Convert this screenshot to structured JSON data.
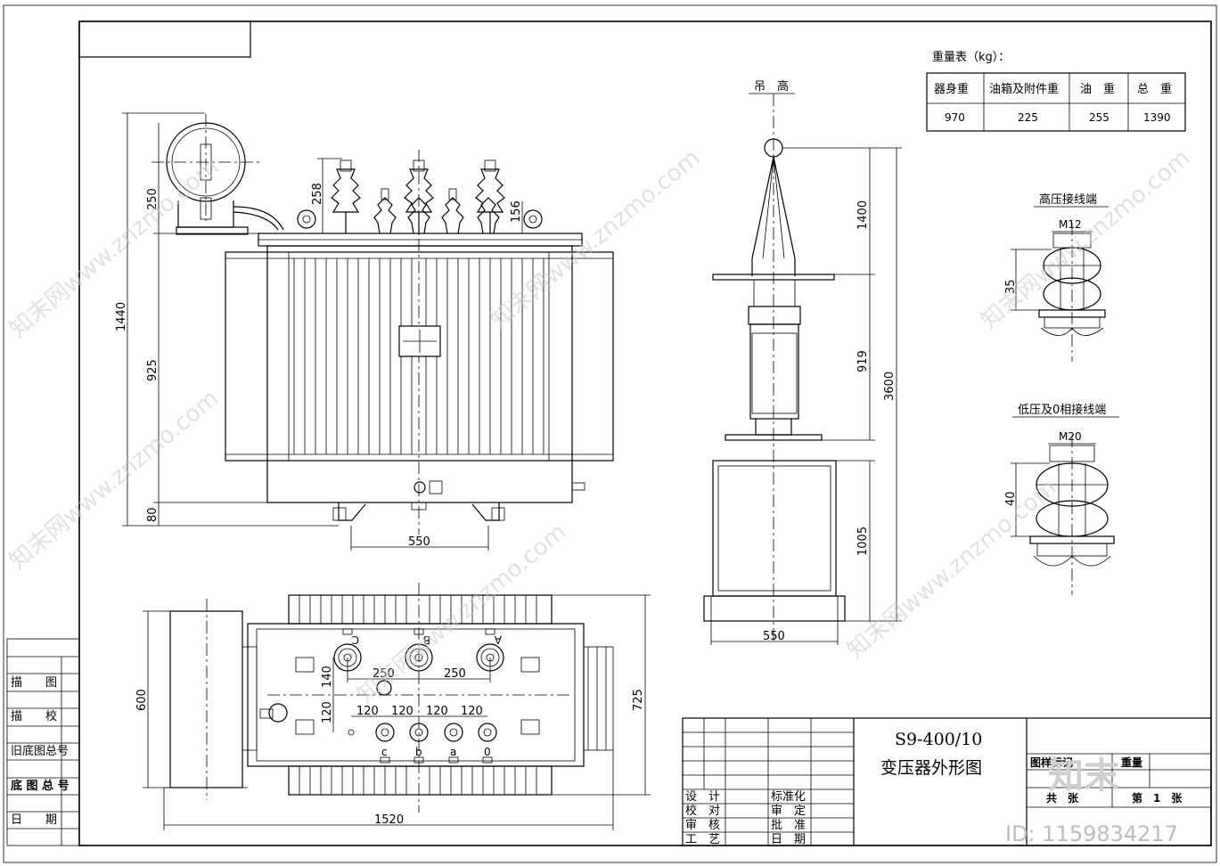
{
  "weight_table": {
    "caption": "重量表（kg）：",
    "headers": [
      "器身重",
      "油箱及附件重",
      "油　重",
      "总　重"
    ],
    "values": [
      "970",
      "225",
      "255",
      "1390"
    ]
  },
  "labels": {
    "lifting_height": "吊　高",
    "hv_terminal": "高压接线端",
    "lv_terminal": "低压及0相接线端",
    "hv_thread": "M12",
    "lv_thread": "M20"
  },
  "dimensions": {
    "front_total_height": "1440",
    "front_tank_height": "925",
    "front_base": "80",
    "front_conservator": "250",
    "front_hv_bushing": "258",
    "front_lv_bushing": "156",
    "front_wheel_span": "550",
    "lift_1400": "1400",
    "lift_919": "919",
    "lift_total": "3600",
    "lift_1005": "1005",
    "lift_550": "550",
    "hv_35": "35",
    "lv_40": "40",
    "top_250_left": "250",
    "top_250_right": "250",
    "top_140": "140",
    "top_120_v": "120",
    "top_120_a": "120",
    "top_120_b": "120",
    "top_120_c": "120",
    "top_120_d": "120",
    "top_600": "600",
    "top_725": "725",
    "top_1520": "1520"
  },
  "phase_labels": {
    "hv": [
      "C",
      "B",
      "A"
    ],
    "lv": [
      "c",
      "b",
      "a",
      "0"
    ]
  },
  "left_strip": [
    "描　　图",
    "描　　校",
    "旧底图总号",
    "底 图 总 号",
    "日　　期"
  ],
  "title_block": {
    "model": "S9-400/10",
    "name": "变压器外形图",
    "roles_left": [
      "设　计",
      "校　对",
      "审　核",
      "工　艺"
    ],
    "roles_right": [
      "标准化",
      "审　定",
      "批　准",
      "日　期"
    ],
    "drawing_mark": "图样标记",
    "weight_mark": "重量",
    "sheets_total": "共　张",
    "sheet_no": "第　1　张"
  },
  "watermark": {
    "text": "知末网www.znzmo.com",
    "logo": "知末",
    "id": "ID: 1159834217"
  }
}
